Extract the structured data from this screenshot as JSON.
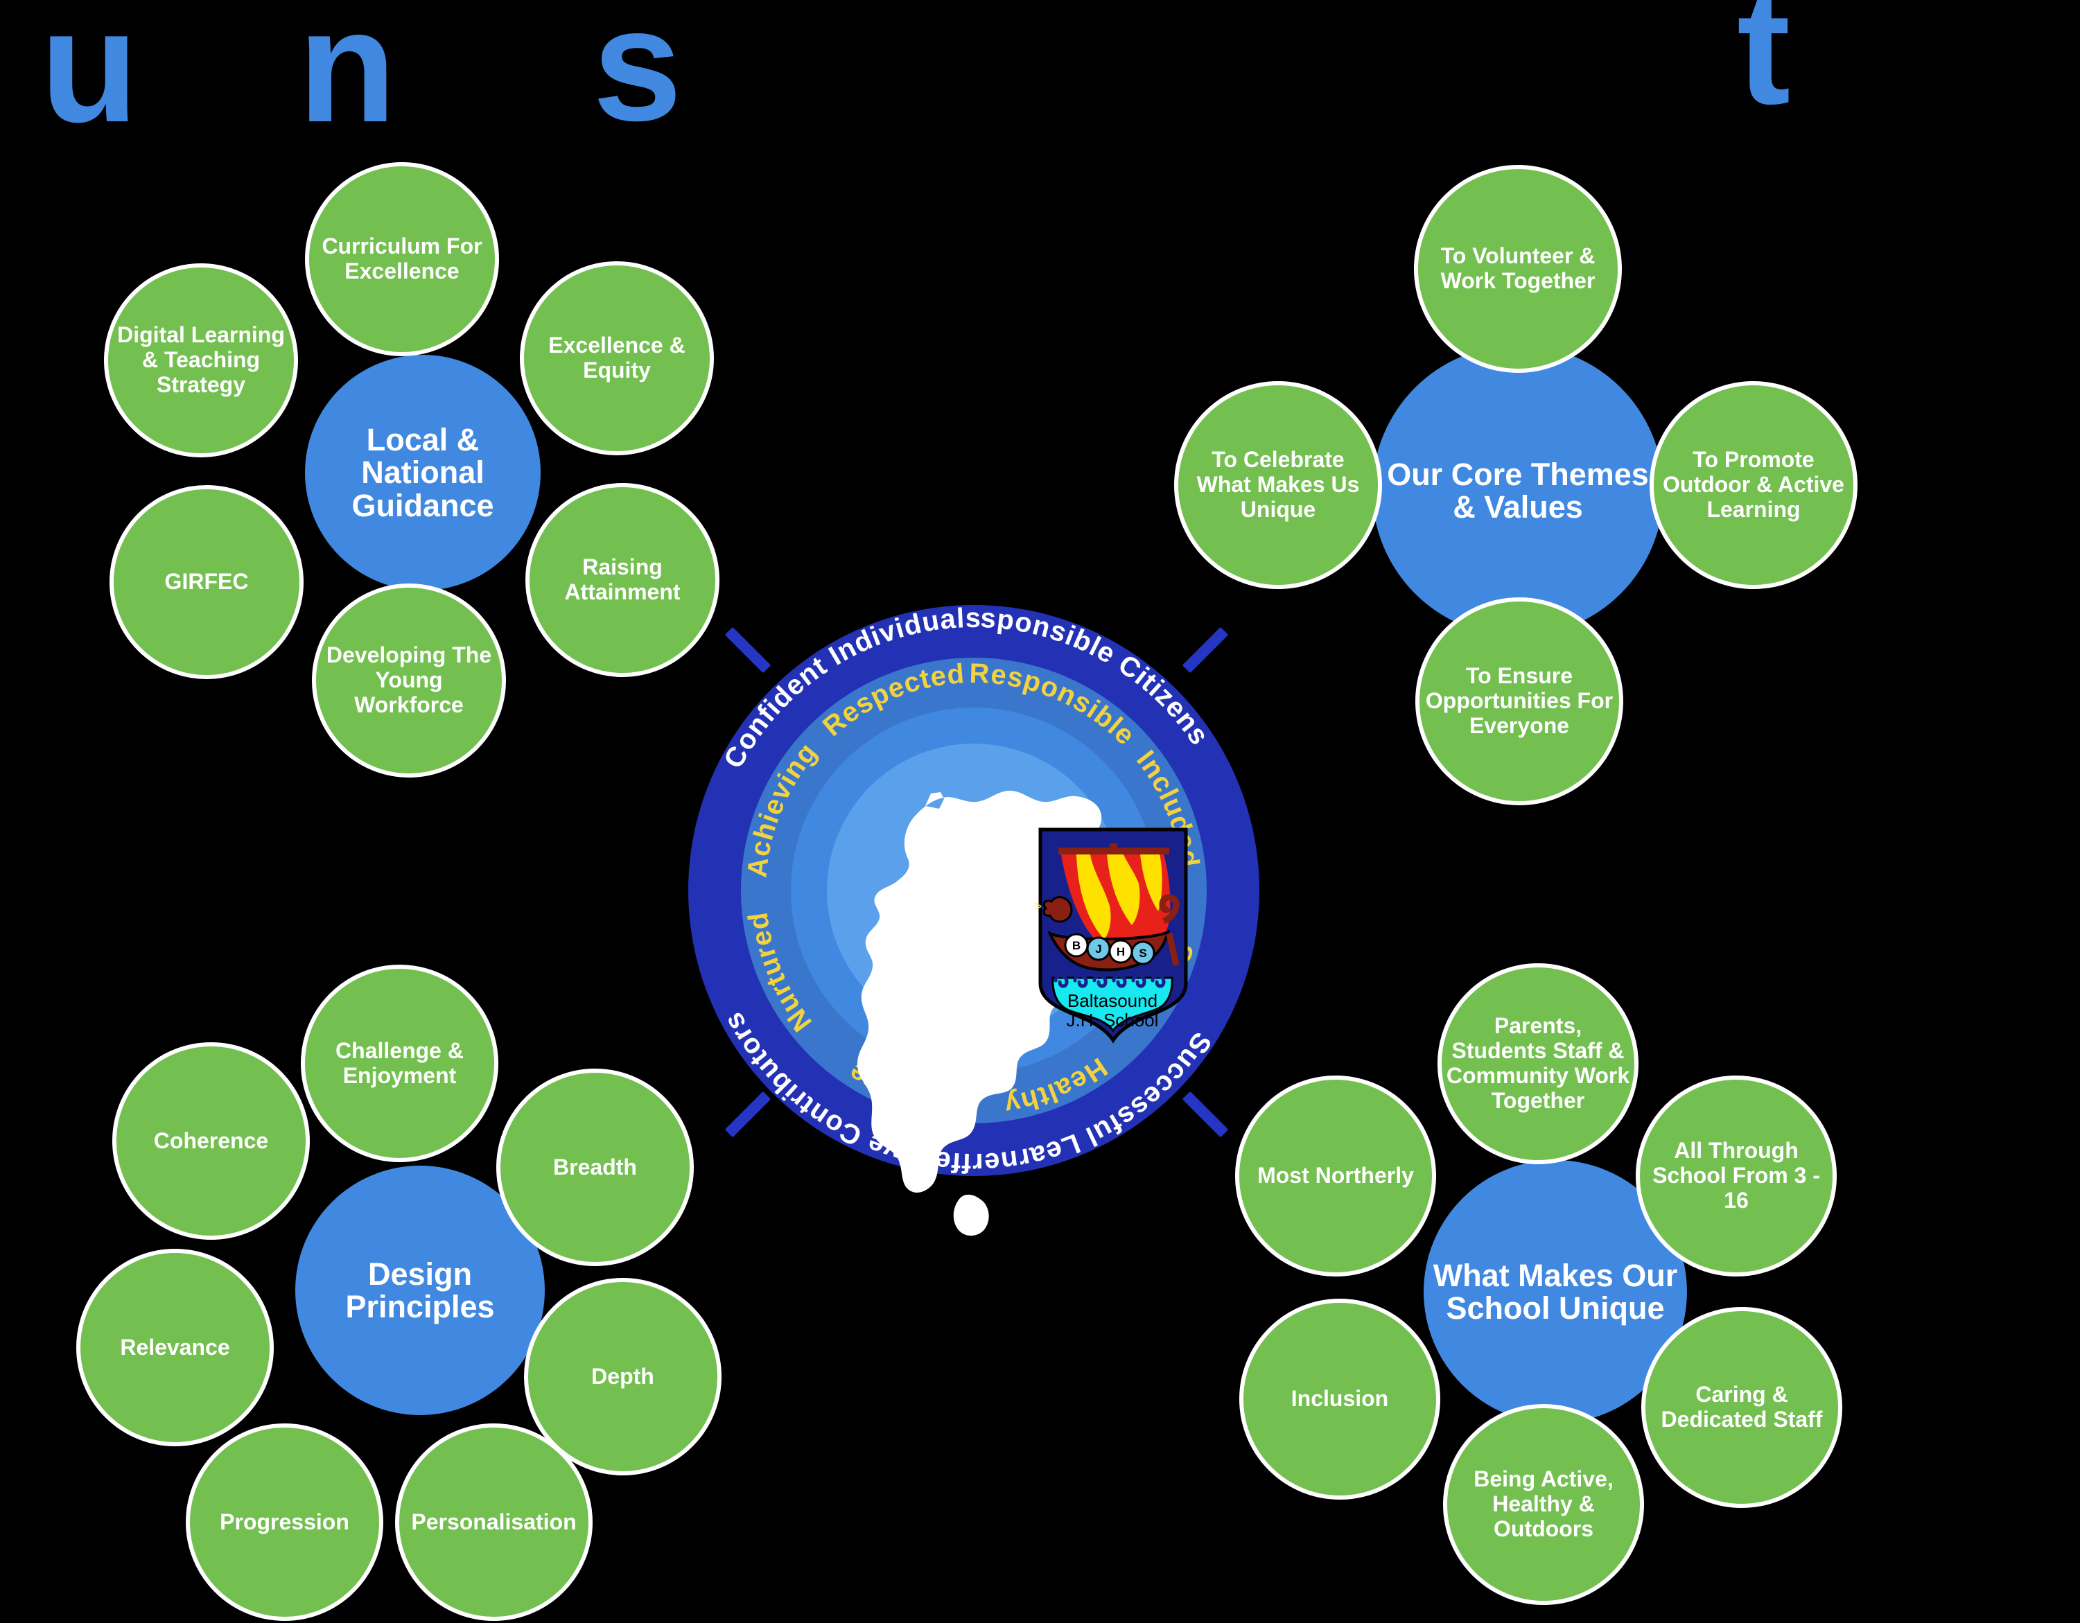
{
  "wordmark": {
    "letters": [
      "u",
      "n",
      "s",
      "t"
    ],
    "color": "#4189e0"
  },
  "palette": {
    "background": "#000000",
    "hub_blue": "#4189e0",
    "petal_green": "#73bf50",
    "petal_border": "#ffffff",
    "ring_outer_blue": "#2331b5",
    "ring_middle_blue": "#3a76cc",
    "ring_inner_blue": "#4189e0",
    "ring_core_blue": "#5aa0ea",
    "inner_ring_text": "#f2d23e",
    "outer_ring_text": "#ffffff",
    "island_fill": "#ffffff",
    "connector_dash": "#2536c4"
  },
  "clusters": [
    {
      "id": "local-national-guidance",
      "hub": "Local & National Guidance",
      "petals": [
        "Curriculum For Excellence",
        "Excellence & Equity",
        "Raising Attainment",
        "Developing The Young Workforce",
        "GIRFEC",
        "Digital Learning & Teaching Strategy"
      ]
    },
    {
      "id": "our-core-themes-and-values",
      "hub": "Our Core Themes & Values",
      "petals": [
        "To Volunteer & Work Together",
        "To Promote Outdoor & Active Learning",
        "To Ensure Opportunities For Everyone",
        "To Celebrate What Makes Us Unique"
      ]
    },
    {
      "id": "design-principles",
      "hub": "Design Principles",
      "petals": [
        "Challenge & Enjoyment",
        "Breadth",
        "Depth",
        "Personalisation",
        "Progression",
        "Relevance",
        "Coherence"
      ]
    },
    {
      "id": "what-makes-our-school-unique",
      "hub": "What Makes Our School Unique",
      "petals": [
        "Parents, Students Staff & Community Work Together",
        "All Through School From 3 - 16",
        "Caring & Dedicated Staff",
        "Being Active, Healthy & Outdoors",
        "Inclusion",
        "Most Northerly"
      ]
    }
  ],
  "core": {
    "outer_ring": [
      "Responsible Citizens",
      "Successful Learners",
      "Effective Contributors",
      "Confident Individuals"
    ],
    "inner_ring": [
      "Responsible",
      "Included",
      "Safe",
      "Healthy",
      "Active",
      "Nurtured",
      "Achieving",
      "Respected"
    ],
    "island_name": "Unst",
    "crest": {
      "line1": "Baltasound",
      "line2": "J.H. School",
      "shields": [
        "B",
        "J",
        "H",
        "S"
      ]
    }
  }
}
